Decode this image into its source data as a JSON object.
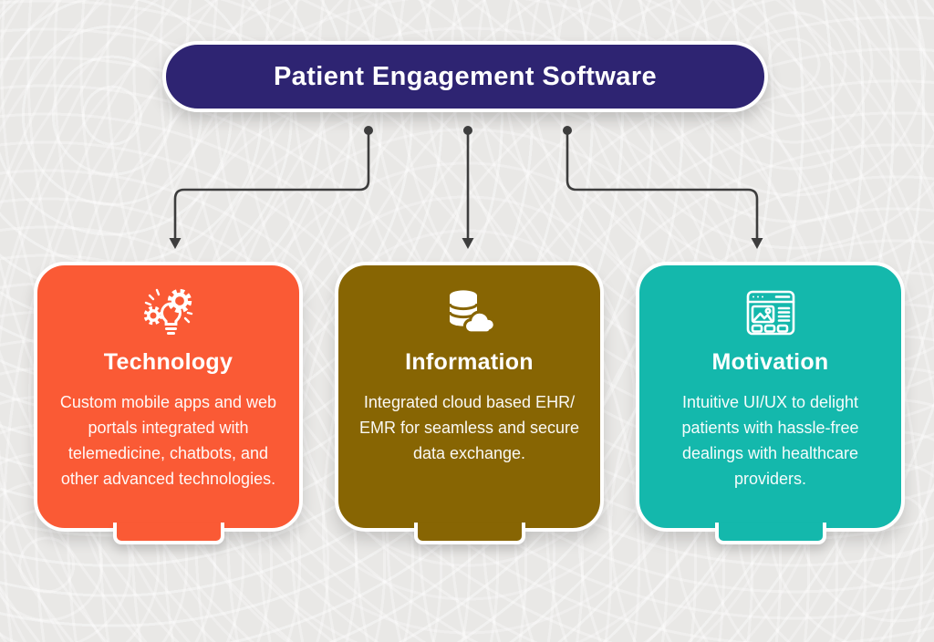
{
  "header": {
    "title": "Patient Engagement Software",
    "bg_color": "#2E2472"
  },
  "connectors": {
    "line_color": "#3d3d3d"
  },
  "cards": [
    {
      "id": "technology",
      "title": "Technology",
      "description": "Custom mobile apps and web portals integrated with telemedicine, chatbots, and other advanced technologies.",
      "color": "#FA5A35",
      "icon": "innovation-bulb-gears-icon"
    },
    {
      "id": "information",
      "title": "Information",
      "description": "Integrated cloud based EHR/ EMR for seamless and secure data exchange.",
      "color": "#876503",
      "icon": "database-cloud-icon"
    },
    {
      "id": "motivation",
      "title": "Motivation",
      "description": "Intuitive UI/UX to delight patients with hassle-free dealings with healthcare providers.",
      "color": "#14B8AC",
      "icon": "browser-wireframe-icon"
    }
  ]
}
